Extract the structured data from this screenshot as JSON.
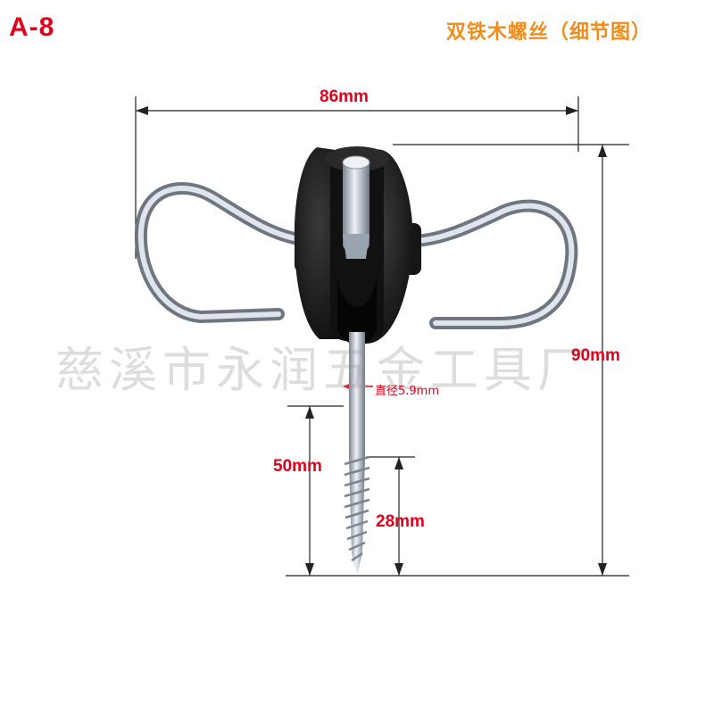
{
  "model_label": "A-8",
  "title": "双铁木螺丝（细节图）",
  "dimensions": {
    "width": "86mm",
    "height": "90mm",
    "screw_length": "50mm",
    "thread_length": "28mm",
    "diameter": "直径5.9mm"
  },
  "watermark": "慈溪市永润五金工具厂",
  "colors": {
    "red_text": "#e0001a",
    "title_orange": "#f08c1a",
    "insulator": "#1a1a1a",
    "metal": "#c8ced6"
  }
}
